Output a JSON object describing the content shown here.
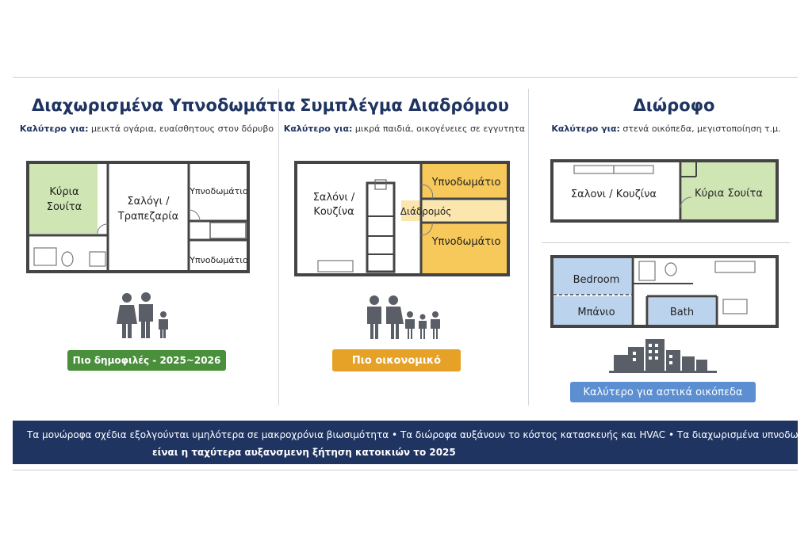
{
  "columns": [
    {
      "title": "Διαχωρισμένα Υπνοδωμάτια",
      "best_prefix": "Καλύτερο για:",
      "best_text": "μεικτά ογάρια, ευαίσθητους στον δόρυβο",
      "rooms": {
        "master": "Κύρια",
        "master2": "Σουίτα",
        "living": "Σαλόγι /",
        "living2": "Τραπεζαρία",
        "bed_top": "Υπνοδωμάτιο",
        "bed_bottom": "Υπνοδωμάτιο"
      },
      "family_icon": "family-three-icon",
      "badge": "Πιο δημοφιλές - 2025~2026",
      "badge_color": "#4a8f3c"
    },
    {
      "title": "Συμπλέγμα Διαδρόμου",
      "best_prefix": "Καλύτερο για:",
      "best_text": "μικρά παιδιά, οικογένειες σε εγγυτητα",
      "rooms": {
        "living": "Σαλόνι /",
        "living2": "Κουζίνα",
        "bed_top": "Υπνοδωμάτιο",
        "hall": "Διάδρομός",
        "bed_bottom": "Υπνοδωμάτιο"
      },
      "family_icon": "family-five-icon",
      "badge": "Πιο οικονομικό",
      "badge_color": "#e6a227"
    },
    {
      "title": "Διώροφο",
      "best_prefix": "Καλύτερο για:",
      "best_text": "στενά οικόπεδα, μεγιστοποίηση τ.μ.",
      "rooms": {
        "living": "Σαλονι / Κουζίνα",
        "master": "Κύρια Σουίτα",
        "bedroom": "Bedroom",
        "bath_gr": "Μπάνιο",
        "bath": "Bath"
      },
      "city_icon": "city-skyline-icon",
      "badge": "Καλύτερο για αστικά οικόπεδα",
      "badge_color": "#5b8fd1"
    }
  ],
  "colors": {
    "green_room": "#cfe5b4",
    "yellow_room": "#f7c95b",
    "blue_room": "#bcd3ee",
    "navy": "#1f3461"
  },
  "banner": {
    "line1": "Τα μονώροφα σχέδια εξολγούνται υμηλότερα σε μακροχρόνια βιωσιμότητα  •  Τα διώροφα αυξάνουν το κόστος κατασκευής και HVAC • Τα διαχωρισμένα υπνοδωμάτια",
    "line2": "είναι η ταχύτερα αυξανσμενη ξήτηση κατοικιών το 2025"
  }
}
